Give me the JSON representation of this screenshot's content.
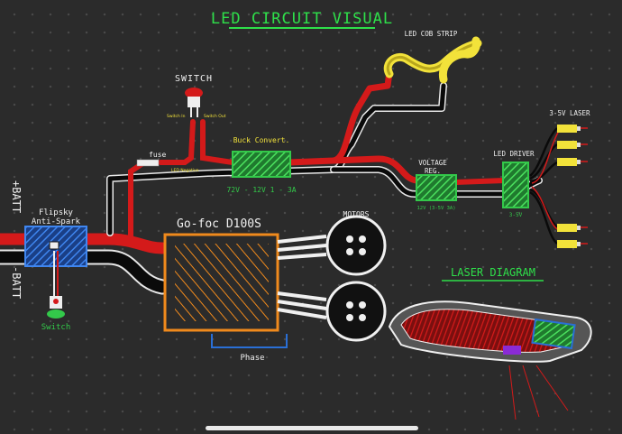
{
  "title": "LED CIRCUIT VISUAL",
  "laser_title": "LASER DIAGRAM",
  "labels": {
    "plus_batt": "+BATT",
    "minus_batt": "-BATT",
    "flipsky": "Flipsky",
    "antispark": "Anti-Spark",
    "switch_bottom": "Switch",
    "switch_top": "SWITCH",
    "switch_in": "Switch In",
    "switch_out": "Switch Out",
    "fuse": "fuse",
    "led_negative": "LED Negative",
    "buck": "Buck Convert.",
    "buck_spec": "72V - 12V 1 - 3A",
    "cob": "LED COB STRIP",
    "vreg": "VOLTAGE",
    "vreg2": "REG.",
    "vreg_spec": "12V (3-5V 3A)",
    "driver": "LED DRIVER",
    "driver_spec": "3-5V",
    "lasers": "3-5V LASER",
    "esc": "Go-foc D100S",
    "motors": "MOTORS",
    "phase": "Phase"
  },
  "colors": {
    "wire_red": "#d41a1a",
    "wire_black": "#0a0a0a",
    "wire_outline": "#e8e8e8",
    "green": "#33c94a",
    "orange": "#f08a1c",
    "blue": "#2a6fd6",
    "yellow": "#f2e23a",
    "purple": "#8a2bd6",
    "title_green": "#2ee04a"
  }
}
